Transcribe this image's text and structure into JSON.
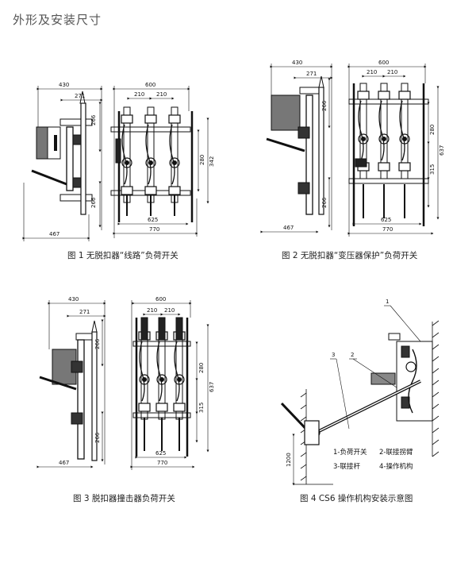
{
  "page_title": "外形及安装尺寸",
  "figures": [
    {
      "caption": "图 1 无脱扣器“线路”负荷开关",
      "dims": {
        "w430": "430",
        "w271": "271",
        "w600": "600",
        "w210a": "210",
        "w210b": "210",
        "h266a": "266",
        "h280": "280",
        "h342": "342",
        "h266b": "266",
        "w467": "467",
        "w625": "625",
        "w770": "770"
      }
    },
    {
      "caption": "图 2 无脱扣器“变压器保护”负荷开关",
      "dims": {
        "w430": "430",
        "w271": "271",
        "w600": "600",
        "w210a": "210",
        "w210b": "210",
        "h266a": "266",
        "h280": "280",
        "h637": "637",
        "h315": "315",
        "h266b": "266",
        "w467": "467",
        "w625": "625",
        "w770": "770"
      }
    },
    {
      "caption": "图 3 脱扣器撞击器负荷开关",
      "dims": {
        "w430": "430",
        "w271": "271",
        "w600": "600",
        "w210a": "210",
        "w210b": "210",
        "h266a": "266",
        "h280": "280",
        "h637": "637",
        "h315": "315",
        "h266b": "266",
        "w467": "467",
        "w625": "625",
        "w770": "770"
      }
    },
    {
      "caption": "图 4 CS6 操作机构安装示意图",
      "callouts": {
        "n1": "1",
        "n2": "2",
        "n3": "3",
        "h1200": "1200"
      },
      "legend": [
        "1-负荷开关",
        "2-联接拐臂",
        "3-联接杆",
        "4-操作机构"
      ]
    }
  ]
}
